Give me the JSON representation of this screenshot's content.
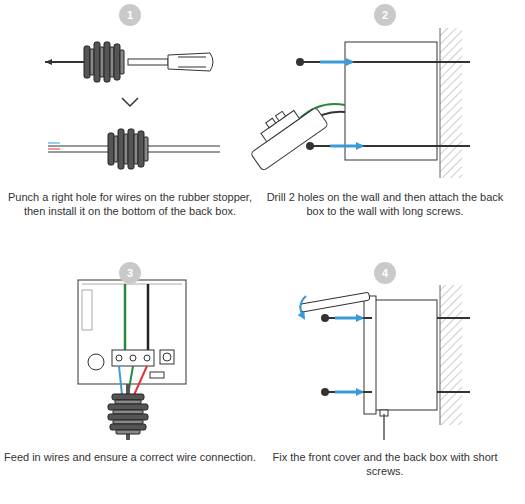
{
  "diagram": {
    "nodes": [
      {
        "text": [
          "1"
        ]
      },
      {
        "text": [
          "2"
        ]
      },
      {
        "text": [
          "3"
        ]
      },
      {
        "text": [
          "4"
        ]
      }
    ],
    "labels": [
      "Punch a right hole for wires on the rubber stopper, then install it on the bottom of the back box.",
      "Drill 2 holes on the wall and then attach the back box to the wall with long screws.",
      "Feed in wires and ensure a correct wire connection.",
      "Fix the front cover and the back box with short screws."
    ]
  }
}
